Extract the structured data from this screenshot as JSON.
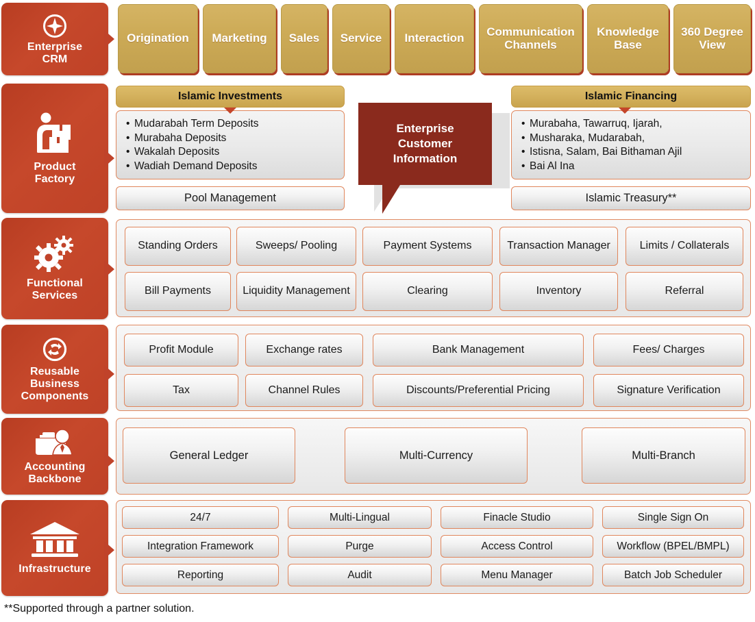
{
  "diagram": {
    "footnote": "**Supported through a partner solution."
  },
  "rail": [
    {
      "label": "Enterprise\nCRM",
      "line1": "Enterprise",
      "line2": "CRM",
      "icon": "compass-icon"
    },
    {
      "label": "Product Factory",
      "line1": "Product",
      "line2": "Factory",
      "icon": "worker-boxes-icon"
    },
    {
      "label": "Functional Services",
      "line1": "Functional",
      "line2": "Services",
      "icon": "gears-icon"
    },
    {
      "label": "Reusable Business Components",
      "line1": "Reusable",
      "line2": "Business",
      "line3": "Components",
      "icon": "recycle-icon"
    },
    {
      "label": "Accounting Backbone",
      "line1": "Accounting",
      "line2": "Backbone",
      "icon": "briefcase-person-icon"
    },
    {
      "label": "Infrastructure",
      "line1": "Infrastructure",
      "line2": "",
      "icon": "bank-building-icon"
    }
  ],
  "crm_row": {
    "tiles": [
      "Origination",
      "Marketing",
      "Sales",
      "Service",
      "Interaction",
      "Communication Channels",
      "Knowledge Base",
      "360 Degree View"
    ]
  },
  "product_factory": {
    "left": {
      "header": "Islamic Investments",
      "bullets": [
        "Mudarabah Term Deposits",
        "Murabaha Deposits",
        "Wakalah Deposits",
        "Wadiah Demand Deposits"
      ],
      "footer_tile": "Pool Management"
    },
    "right": {
      "header": "Islamic Financing",
      "bullets": [
        "Murabaha, Tawarruq, Ijarah,",
        "Musharaka, Mudarabah,",
        "Istisna, Salam, Bai Bithaman Ajil",
        "Bai Al Ina"
      ],
      "footer_tile": "Islamic Treasury**"
    },
    "center_bubble": {
      "line1": "Enterprise",
      "line2": "Customer",
      "line3": "Information"
    }
  },
  "functional_services": {
    "row1": [
      "Standing Orders",
      "Sweeps/ Pooling",
      "Payment Systems",
      "Transaction Manager",
      "Limits / Collaterals"
    ],
    "row2": [
      "Bill Payments",
      "Liquidity Management",
      "Clearing",
      "Inventory",
      "Referral"
    ]
  },
  "reusable_business_components": {
    "row1": [
      "Profit Module",
      "Exchange rates",
      "Bank Management",
      "Fees/ Charges"
    ],
    "row2": [
      "Tax",
      "Channel Rules",
      "Discounts/Preferential Pricing",
      "Signature Verification"
    ]
  },
  "accounting_backbone": {
    "row1": [
      "General Ledger",
      "Multi-Currency",
      "Multi-Branch"
    ]
  },
  "infrastructure": {
    "row1": [
      "24/7",
      "Multi-Lingual",
      "Finacle Studio",
      "Single Sign On"
    ],
    "row2": [
      "Integration Framework",
      "Purge",
      "Access Control",
      "Workflow (BPEL/BMPL)"
    ],
    "row3": [
      "Reporting",
      "Audit",
      "Menu Manager",
      "Batch Job Scheduler"
    ]
  },
  "colors": {
    "rail_red": "#c0432a",
    "gold": "#c9a44e",
    "bubble_dark_red": "#8a2a1d",
    "tile_border": "#e0865c"
  }
}
